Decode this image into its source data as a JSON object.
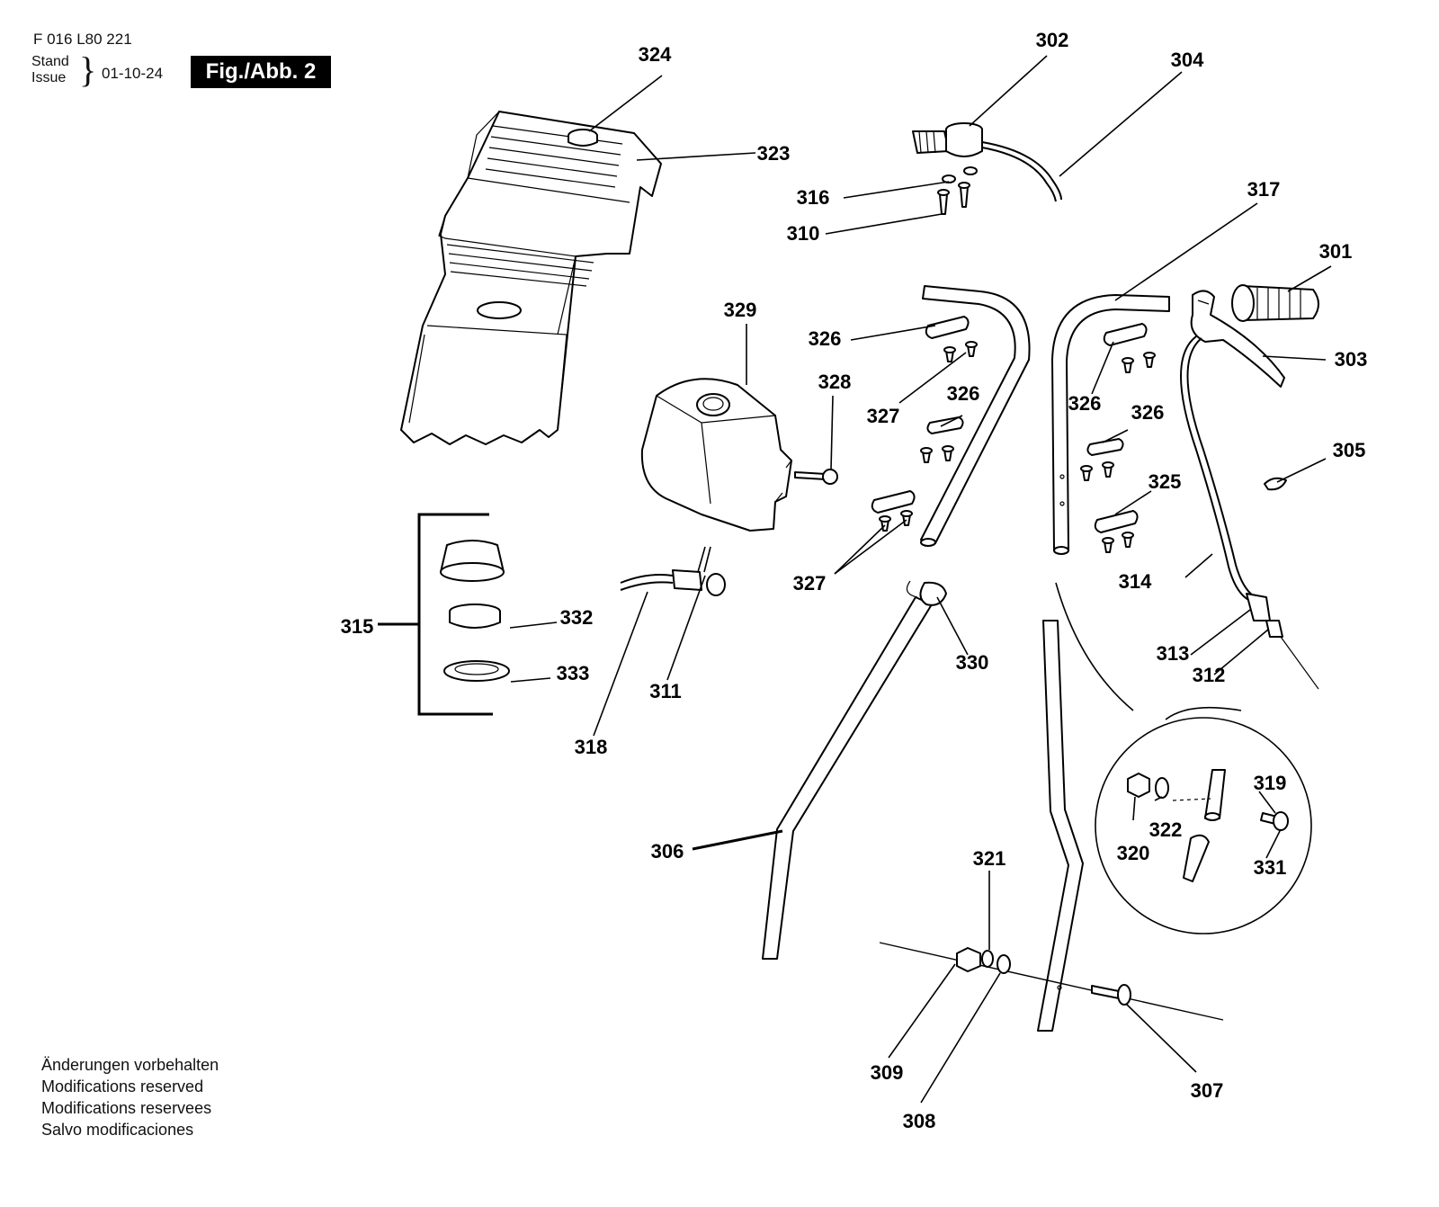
{
  "header": {
    "doc_number": "F 016 L80 221",
    "stand_label": "Stand",
    "issue_label": "Issue",
    "date": "01-10-24",
    "figure_badge": "Fig./Abb. 2"
  },
  "notes": {
    "line1": "Änderungen vorbehalten",
    "line2": "Modifications reserved",
    "line3": "Modifications reservees",
    "line4": "Salvo modificaciones"
  },
  "parts": {
    "p301": "301",
    "p302": "302",
    "p303": "303",
    "p304": "304",
    "p305": "305",
    "p306": "306",
    "p307": "307",
    "p308": "308",
    "p309": "309",
    "p310": "310",
    "p311": "311",
    "p312": "312",
    "p313": "313",
    "p314": "314",
    "p315": "315",
    "p316": "316",
    "p317": "317",
    "p318": "318",
    "p319": "319",
    "p320": "320",
    "p321": "321",
    "p322": "322",
    "p323": "323",
    "p324": "324",
    "p325": "325",
    "p326": "326",
    "p327": "327",
    "p328": "328",
    "p329": "329",
    "p330": "330",
    "p331": "331",
    "p332": "332",
    "p333": "333"
  }
}
